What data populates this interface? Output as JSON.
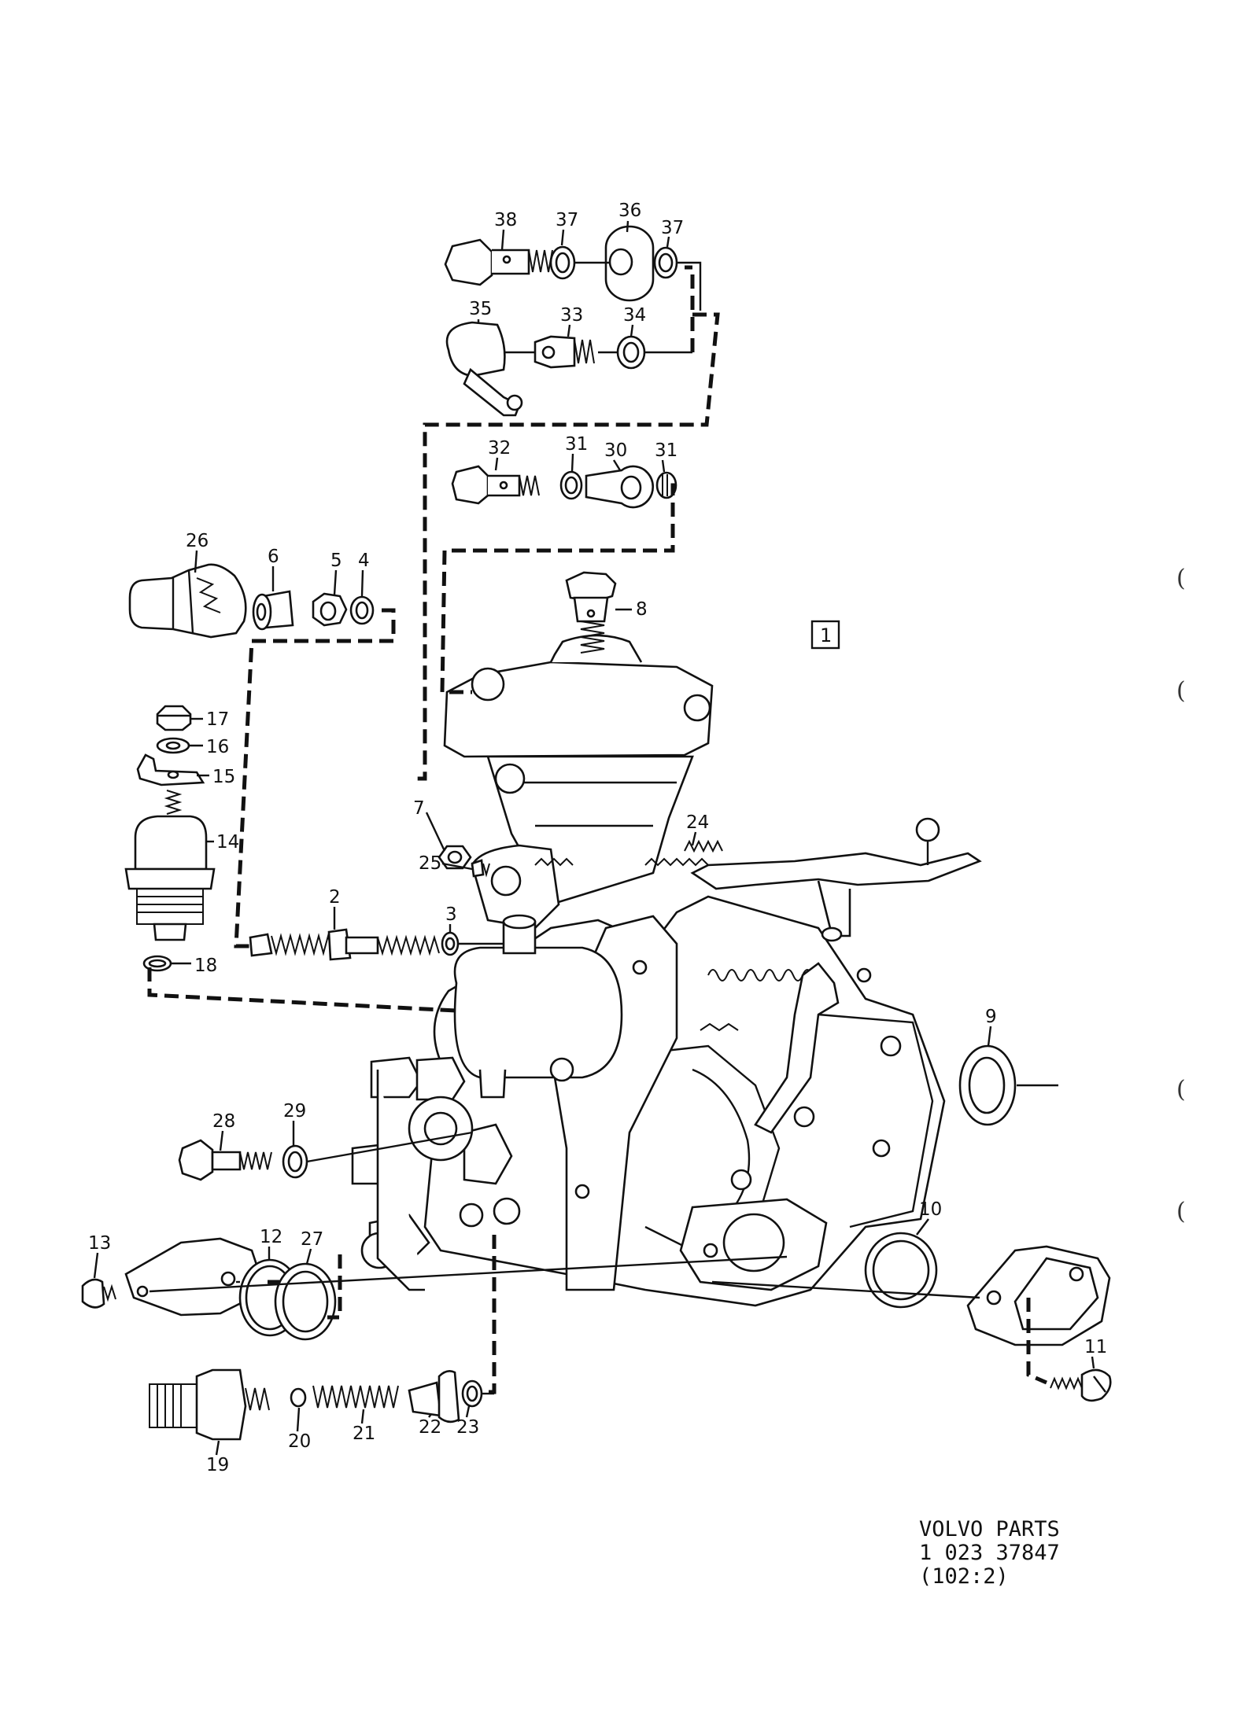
{
  "diagram": {
    "part_numbers": [
      "1",
      "2",
      "3",
      "4",
      "5",
      "6",
      "7",
      "8",
      "9",
      "10",
      "11",
      "12",
      "13",
      "14",
      "15",
      "16",
      "17",
      "18",
      "19",
      "20",
      "21",
      "22",
      "23",
      "24",
      "25",
      "26",
      "27",
      "28",
      "29",
      "30",
      "31",
      "31",
      "32",
      "33",
      "34",
      "35",
      "36",
      "37",
      "37",
      "38"
    ],
    "group_box": "1",
    "footer": {
      "line1": "VOLVO PARTS",
      "line2": "1  023  37847",
      "line3": "(102:2)"
    },
    "margin_marks": [
      "(",
      "(",
      "(",
      "("
    ]
  }
}
